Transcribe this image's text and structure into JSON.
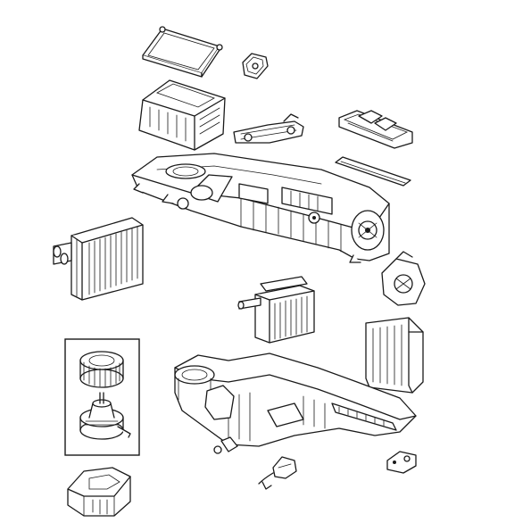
{
  "diagram": {
    "kind": "exploded-view parts illustration",
    "colors": {
      "line": "#1a1a1a",
      "background": "#ffffff",
      "shade": "#d9d9d9"
    },
    "parts": [
      "air-filter-frame",
      "small-bracket",
      "air-inlet-housing",
      "actuator-bracket",
      "vent-grille-cover",
      "gasket-strip",
      "upper-hvac-case",
      "evaporator-core",
      "mode-door-actuator",
      "heater-core",
      "blower-motor-kit-box",
      "blower-wheel",
      "blower-motor",
      "blend-door-panel",
      "lower-hvac-case",
      "electrical-connector",
      "temperature-sensor",
      "blower-housing-cover"
    ]
  }
}
